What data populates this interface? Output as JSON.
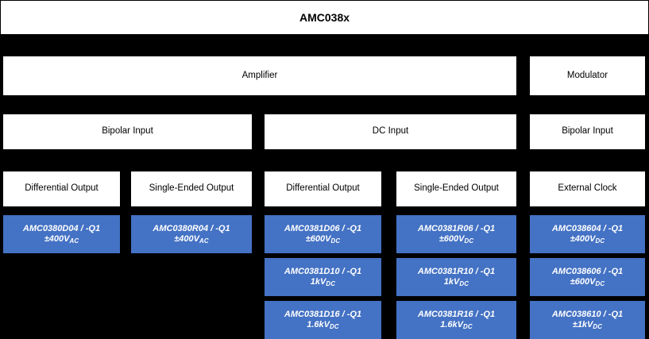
{
  "title": {
    "label": "AMC038x"
  },
  "rows": {
    "function_row": [
      {
        "label": "Amplifier"
      },
      {
        "label": "Modulator"
      }
    ],
    "input_row": [
      {
        "label": "Bipolar Input"
      },
      {
        "label": "DC Input"
      },
      {
        "label": "Bipolar Input"
      }
    ],
    "output_row": [
      {
        "label": "Differential Output"
      },
      {
        "label": "Single-Ended Output"
      },
      {
        "label": "Differential Output"
      },
      {
        "label": "Single-Ended Output"
      },
      {
        "label": "External Clock"
      }
    ]
  },
  "parts": {
    "col1": [
      {
        "part": "AMC0380D04 / -Q1",
        "voltage": "±400V",
        "unit": "AC"
      }
    ],
    "col2": [
      {
        "part": "AMC0380R04 / -Q1",
        "voltage": "±400V",
        "unit": "AC"
      }
    ],
    "col3": [
      {
        "part": "AMC0381D06 / -Q1",
        "voltage": "±600V",
        "unit": "DC"
      },
      {
        "part": "AMC0381D10 / -Q1",
        "voltage": "1kV",
        "unit": "DC"
      },
      {
        "part": "AMC0381D16 / -Q1",
        "voltage": "1.6kV",
        "unit": "DC"
      }
    ],
    "col4": [
      {
        "part": "AMC0381R06 / -Q1",
        "voltage": "±600V",
        "unit": "DC"
      },
      {
        "part": "AMC0381R10 / -Q1",
        "voltage": "1kV",
        "unit": "DC"
      },
      {
        "part": "AMC0381R16 / -Q1",
        "voltage": "1.6kV",
        "unit": "DC"
      }
    ],
    "col5": [
      {
        "part": "AMC038604 / -Q1",
        "voltage": "±400V",
        "unit": "DC"
      },
      {
        "part": "AMC038606 / -Q1",
        "voltage": "±600V",
        "unit": "DC"
      },
      {
        "part": "AMC038610 / -Q1",
        "voltage": "±1kV",
        "unit": "DC"
      }
    ]
  },
  "colors": {
    "background": "#000000",
    "box_fill": "#ffffff",
    "part_fill": "#4472C4",
    "part_text": "#ffffff",
    "box_text": "#000000"
  }
}
